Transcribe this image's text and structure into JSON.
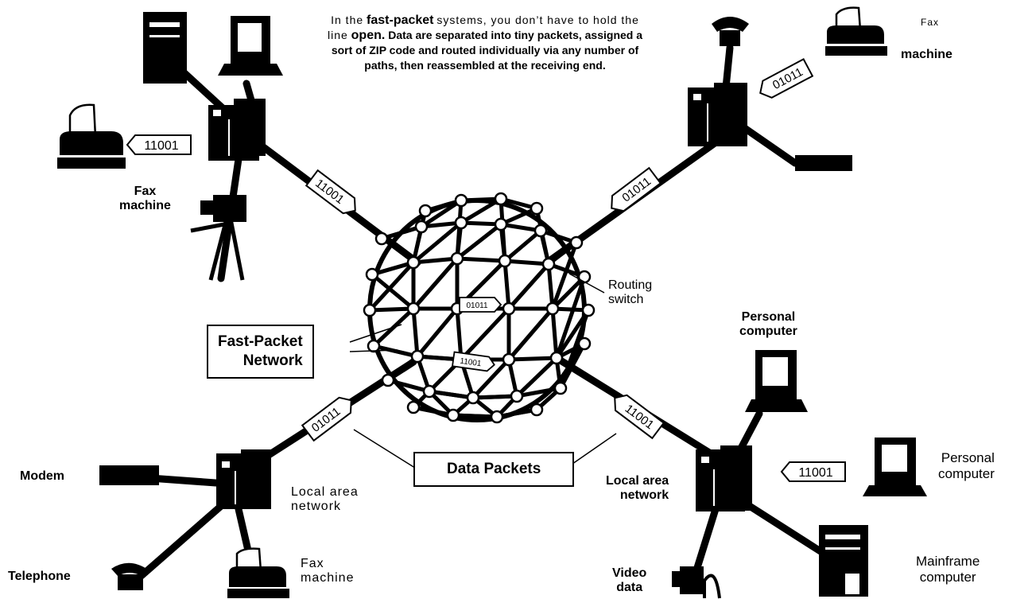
{
  "caption": {
    "part1": "In the",
    "part2": "fast-packet",
    "part3": "systems, you don’t have to hold the line",
    "part4": "open.",
    "part5": "Data are separated into tiny packets, assigned a sort of ZIP code and routed individually via any number of paths, then reassembled at the receiving end."
  },
  "labels": {
    "fax_top_left": "Fax\nmachine",
    "fax_top_right_1": "Fax",
    "fax_top_right_2": "machine",
    "routing_switch": "Routing\nswitch",
    "network_1": "Fast-Packet",
    "network_2": "Network",
    "data_packets": "Data Packets",
    "pc_upper_right": "Personal\ncomputer",
    "pc_right": "Personal\ncomputer",
    "lan_left": "Local area\nnetwork",
    "lan_right": "Local area\nnetwork",
    "modem": "Modem",
    "telephone": "Telephone",
    "fax_bottom": "Fax\nmachine",
    "video_data": "Video\ndata",
    "mainframe": "Mainframe\ncomputer"
  },
  "packets": {
    "top_left_line": "11001",
    "top_left_fax": "11001",
    "top_right_line": "01011",
    "top_right_mid": "01011",
    "sphere_center": "01011",
    "sphere_lower": "11001",
    "bottom_left_line": "01011",
    "bottom_right_line": "11001",
    "right_pc": "11001"
  },
  "colors": {
    "ink": "#000000",
    "paper": "#ffffff"
  }
}
